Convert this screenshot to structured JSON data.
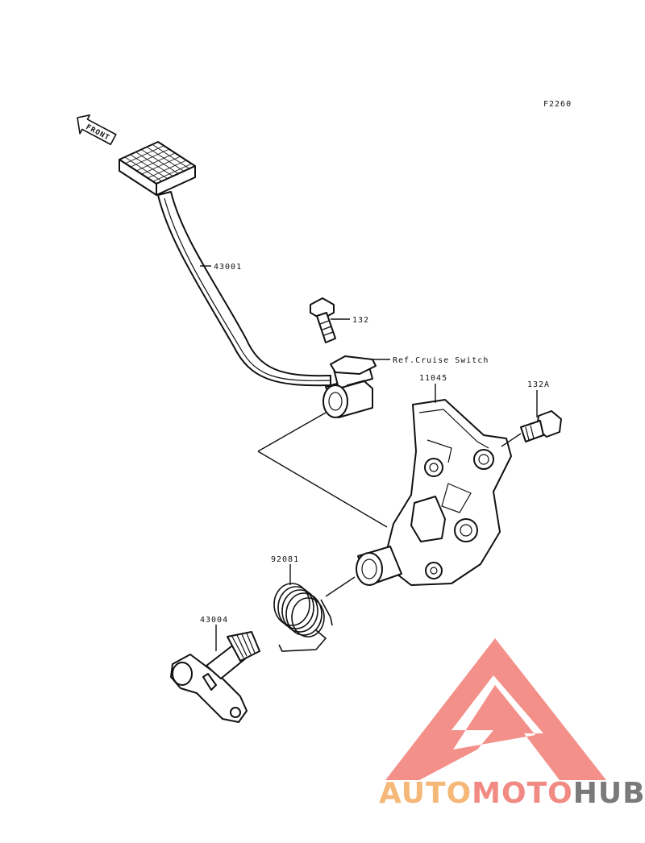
{
  "diagram": {
    "figure_code": "F2260",
    "front_label": "FRONT",
    "parts": {
      "pedal": "43001",
      "bolt": "132",
      "bracket": "11045",
      "bolt_a": "132A",
      "spring": "92081",
      "shaft": "43004"
    },
    "ref_note": "Ref.Cruise Switch"
  },
  "watermark": {
    "part1": "AUTO",
    "part2": "MOTO",
    "part3": "HUB",
    "colors": {
      "auto": "#f5b878",
      "moto": "#f08a82",
      "hub": "#7a7a7a",
      "triangle": "#f2847c"
    }
  }
}
